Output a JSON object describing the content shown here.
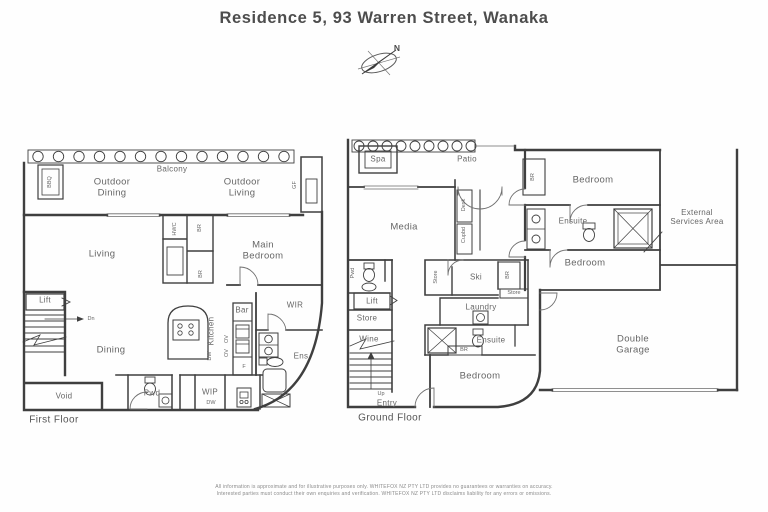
{
  "title": "Residence 5, 93 Warren Street, Wanaka",
  "compass": {
    "north_label": "N"
  },
  "first_floor": {
    "floor_label": "First Floor",
    "labels": {
      "bbq": "BBQ",
      "balcony": "Balcony",
      "outdoor_dining": "Outdoor Dining",
      "outdoor_living": "Outdoor Living",
      "gf": "GF",
      "living": "Living",
      "main_bedroom": "Main Bedroom",
      "hwc": "HWC",
      "br_a": "BR",
      "br_b": "BR",
      "lift": "Lift",
      "dn": "Dn",
      "dining": "Dining",
      "kitchen": "Kitchen",
      "dw_island": "DW",
      "ov_a": "OV",
      "ov_b": "OV",
      "bar": "Bar",
      "f": "F",
      "wir": "WIR",
      "ens": "Ens",
      "void": "Void",
      "pwd": "Pwd",
      "wip": "WIP",
      "dw_wip": "DW"
    }
  },
  "ground_floor": {
    "floor_label": "Ground Floor",
    "labels": {
      "spa": "Spa",
      "patio": "Patio",
      "media": "Media",
      "desk": "Desk",
      "cupbd": "Cupbd",
      "bedroom_top": "Bedroom",
      "br_top": "BR",
      "ensuite_top": "Ensuite",
      "bedroom_mid": "Bedroom",
      "external_services": "External Services Area",
      "pwd": "Pwd",
      "lift": "Lift",
      "store_left": "Store",
      "wine": "Wine",
      "store_mid": "Store",
      "ski": "Ski",
      "br_mid": "BR",
      "store_small": "Store",
      "laundry": "Laundry",
      "ensuite_bottom": "Ensuite",
      "br_bottom": "BR",
      "bedroom_bottom": "Bedroom",
      "up": "Up",
      "entry": "Entry",
      "double_garage": "Double Garage"
    }
  },
  "footer": {
    "line1": "All information is approximate and for illustrative purposes only. WHITEFOX NZ PTY LTD provides no guarantees or warranties on accuracy.",
    "line2": "Interested parties must conduct their own enquiries and verification. WHITEFOX NZ PTY LTD disclaims liability for any errors or omissions."
  },
  "colors": {
    "wall": "#3f3f3f",
    "label": "#666666",
    "title": "#4d4d4d"
  }
}
